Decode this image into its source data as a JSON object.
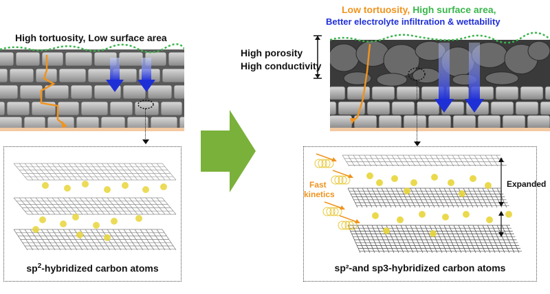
{
  "left": {
    "title": "High tortuosity, Low surface area",
    "caption_prefix": "sp",
    "caption_sup": "2",
    "caption_suffix": "-hybridized carbon atoms"
  },
  "right": {
    "title_part1": "Low tortuosity, ",
    "title_part2": "High surface area,",
    "title_line2": "Better electrolyte infiltration & wettability",
    "side_line1": "High porosity",
    "side_line2": "High conductivity",
    "kinetics_line1": "Fast",
    "kinetics_line2": "kinetics",
    "expanded_label": "Expanded",
    "caption": "sp²-and sp3-hybridized carbon atoms"
  },
  "colors": {
    "orange": "#f0931e",
    "green": "#39b54a",
    "blue": "#1f2fd6",
    "arrow_green": "#7ab13a",
    "ion_yellow": "#e8d53a"
  }
}
